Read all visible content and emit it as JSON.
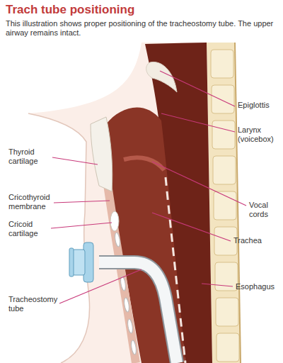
{
  "diagram": {
    "title": "Trach tube positioning",
    "caption": "This illustration shows proper positioning of the tracheostomy tube. The upper airway remains intact.",
    "labels": [
      "Epiglottis",
      "Larynx (voicebox)",
      "Thyroid cartilage",
      "Vocal cords",
      "Cricothyroid membrane",
      "Cricoid cartilage",
      "Trachea",
      "Tracheostomy tube",
      "Esophagus"
    ]
  }
}
